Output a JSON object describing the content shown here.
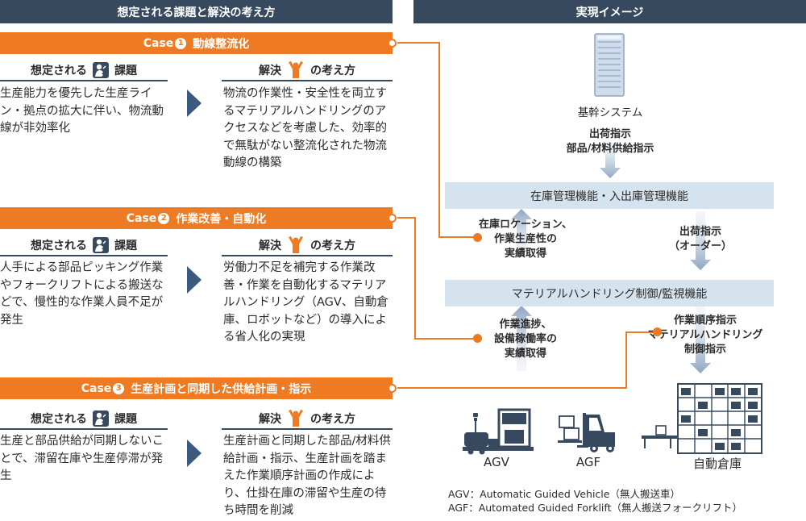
{
  "headers": {
    "left": "想定される課題と解決の考え方",
    "right": "実現イメージ"
  },
  "sub_labels": {
    "problem_pre": "想定される",
    "problem_post": "課題",
    "solution_pre": "解決",
    "solution_post": "の考え方"
  },
  "cases": [
    {
      "case_label": "Case",
      "num": "1",
      "title": "動線整流化",
      "problem": "生産能力を優先した生産ライン・拠点の拡大に伴い、物流動線が非効率化",
      "solution": "物流の作業性・安全性を両立するマテリアルハンドリングのアクセスなどを考慮した、効率的で無駄がない整流化された物流動線の構築"
    },
    {
      "case_label": "Case",
      "num": "2",
      "title": "作業改善・自動化",
      "problem": "人手による部品ピッキング作業やフォークリフトによる搬送などで、慢性的な作業人員不足が発生",
      "solution": "労働力不足を補完する作業改善・作業を自動化するマテリアルハンドリング（AGV、自動倉庫、ロボットなど）の導入による省人化の実現"
    },
    {
      "case_label": "Case",
      "num": "3",
      "title": "生産計画と同期した供給計画・指示",
      "problem": "生産と部品供給が同期しないことで、滞留在庫や生産停滞が発生",
      "solution": "生産計画と同期した部品/材料供給計画・指示、生産計画を踏まえた作業順序計画の作成により、仕掛在庫の滞留や生産の待ち時間を削減"
    }
  ],
  "image": {
    "core_system": "基幹システム",
    "instruction_1": [
      "出荷指示",
      "部品/材料供給指示"
    ],
    "band_1": "在庫管理機能・入出庫管理機能",
    "up_1": [
      "在庫ロケーション、",
      "作業生産性の",
      "実績取得"
    ],
    "down_1": [
      "出荷指示",
      "（オーダー）"
    ],
    "band_2": "マテリアルハンドリング制御/監視機能",
    "up_2": [
      "作業進捗、",
      "設備稼働率の",
      "実績取得"
    ],
    "down_2": [
      "作業順序指示",
      "マテリアルハンドリング",
      "制御指示"
    ],
    "devices": [
      "AGV",
      "AGF",
      "自動倉庫"
    ],
    "notes": [
      "AGV：Automatic Guided Vehicle（無人搬送車）",
      "AGF：Automated Guided Forklift（無人搬送フォークリフト）"
    ]
  },
  "colors": {
    "navy": "#37495f",
    "orange": "#ee7b23",
    "band": "#d4e3ee",
    "arrow": "#aebfd4"
  }
}
